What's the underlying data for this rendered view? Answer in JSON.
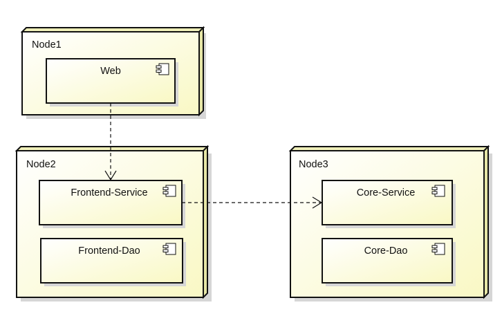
{
  "nodes": [
    {
      "label": "Node1",
      "components": [
        "Web"
      ]
    },
    {
      "label": "Node2",
      "components": [
        "Frontend-Service",
        "Frontend-Dao"
      ]
    },
    {
      "label": "Node3",
      "components": [
        "Core-Service",
        "Core-Dao"
      ]
    }
  ],
  "dependencies": [
    {
      "from": "Web",
      "to": "Frontend-Service",
      "style": "dashed"
    },
    {
      "from": "Frontend-Service",
      "to": "Core-Service",
      "style": "dashed"
    }
  ],
  "colors": {
    "fill_light": "#ffffff",
    "fill_dark": "#f9f8c4",
    "stroke": "#111111",
    "shadow": "#d4d4d4"
  },
  "icons": {
    "component": "uml-component-icon"
  }
}
